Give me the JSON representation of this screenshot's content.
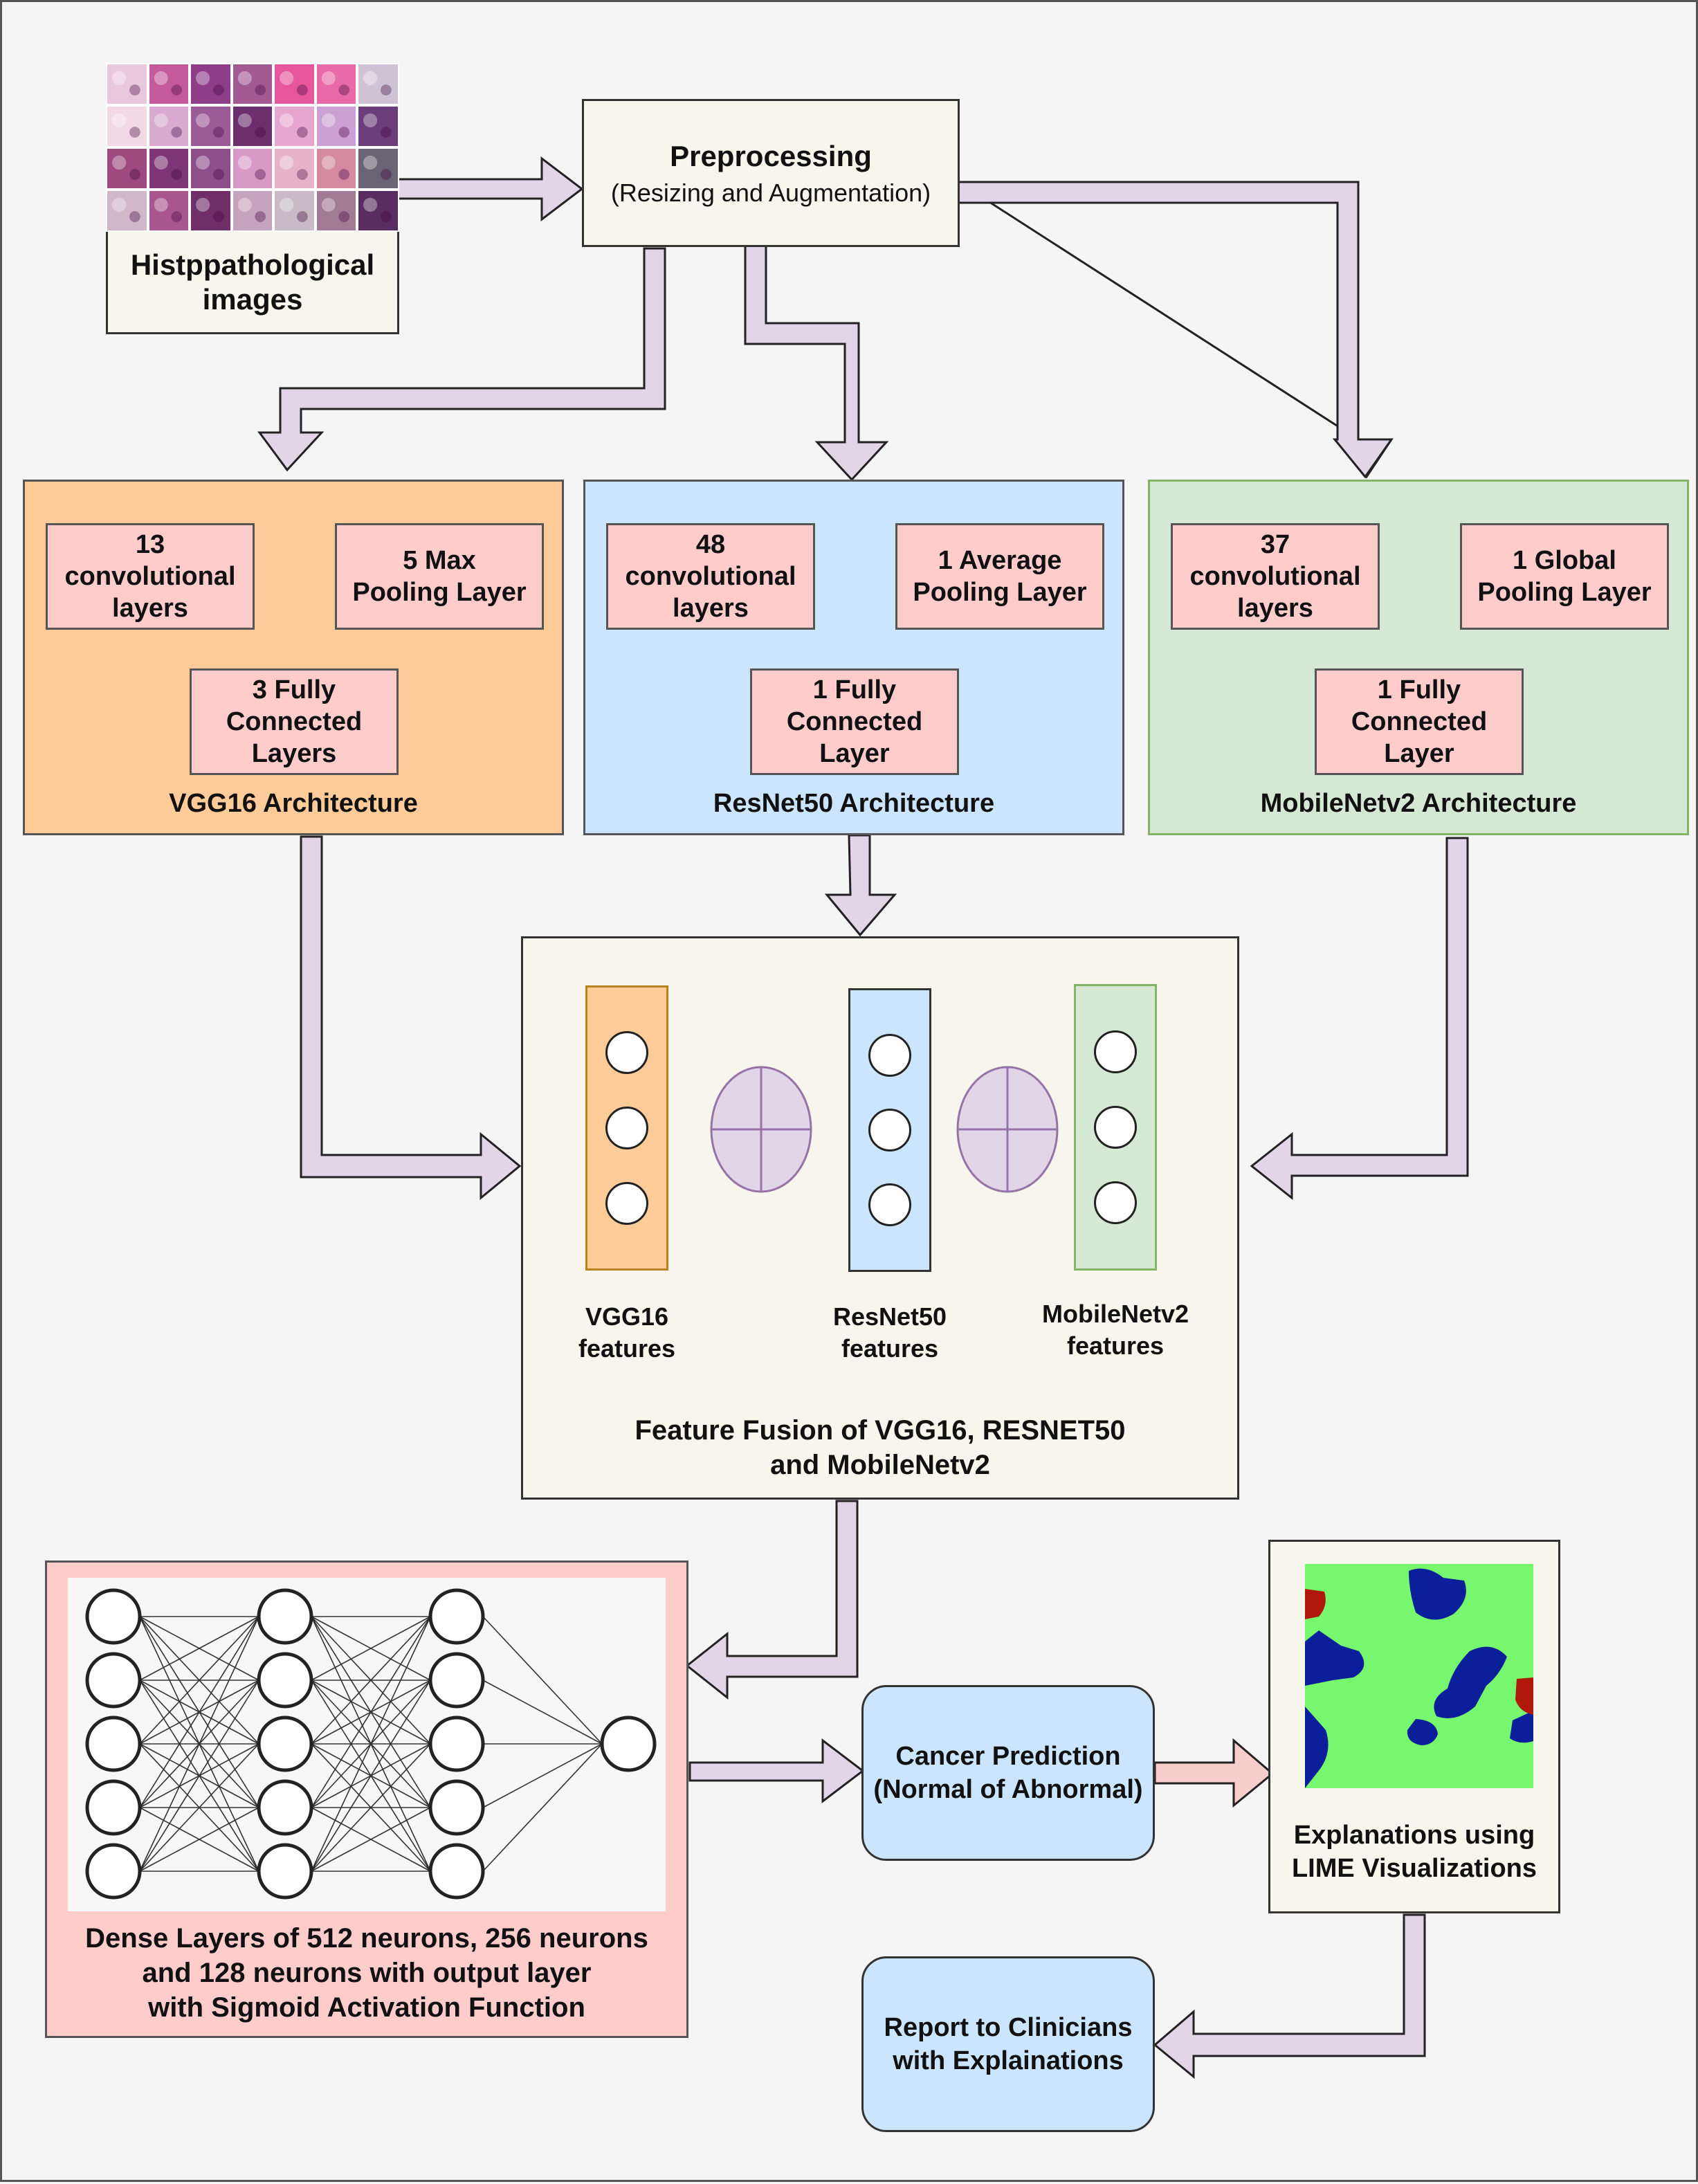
{
  "input_images": {
    "label": "Histppathological\nimages",
    "tile_colors": [
      [
        "#e9c7dd",
        "#c45a9c",
        "#8e3d88",
        "#a35a93",
        "#e6569c",
        "#e86aa8",
        "#cfc4d6"
      ],
      [
        "#f2d9e6",
        "#d9a9cf",
        "#9b5a98",
        "#6d2e6e",
        "#e6a6d0",
        "#cda0d4",
        "#6b3d7a"
      ],
      [
        "#9e4a80",
        "#7d3577",
        "#8c4f8c",
        "#d899c6",
        "#e7b3c9",
        "#d48aa1",
        "#6a6474"
      ],
      [
        "#d1b7c9",
        "#a9568f",
        "#6f2e68",
        "#c6a3bf",
        "#c9bac5",
        "#a17b94",
        "#5a2d62"
      ]
    ]
  },
  "preprocessing": {
    "title": "Preprocessing",
    "subtitle": "(Resizing and Augmentation)"
  },
  "architectures": [
    {
      "id": "vgg16",
      "label": "VGG16 Architecture",
      "bg": "#ffcc99",
      "border": "#555555",
      "layers": [
        "13\nconvolutional\nlayers",
        "5 Max\nPooling Layer",
        "3 Fully\nConnected\nLayers"
      ]
    },
    {
      "id": "resnet50",
      "label": "ResNet50 Architecture",
      "bg": "#cce5ff",
      "border": "#555555",
      "layers": [
        "48\nconvolutional\nlayers",
        "1 Average\nPooling Layer",
        "1 Fully\nConnected\nLayer"
      ]
    },
    {
      "id": "mobilenetv2",
      "label": "MobileNetv2 Architecture",
      "bg": "#d5e8d4",
      "border": "#82b366",
      "layers": [
        "37\nconvolutional\nlayers",
        "1 Global\nPooling Layer",
        "1 Fully\nConnected\nLayer"
      ]
    }
  ],
  "fusion": {
    "title": "Feature Fusion of VGG16, RESNET50\nand MobileNetv2",
    "features": [
      {
        "label": "VGG16\nfeatures",
        "bg": "#ffcc99",
        "border": "#b7821f"
      },
      {
        "label": "ResNet50\nfeatures",
        "bg": "#cce5ff",
        "border": "#333333"
      },
      {
        "label": "MobileNetv2\nfeatures",
        "bg": "#d5e8d4",
        "border": "#82b366"
      }
    ],
    "operator_color": "#e1d5e7",
    "operator_border": "#9673a6"
  },
  "dense": {
    "label": "Dense Layers of 512 neurons, 256 neurons\nand 128 neurons with output layer\nwith Sigmoid Activation Function"
  },
  "prediction": {
    "label": "Cancer Prediction\n(Normal of Abnormal)"
  },
  "lime": {
    "label": "Explanations using\nLIME Visualizations",
    "colors": {
      "background": "#76f76d",
      "blob": "#0b1f9a",
      "highlight": "#b0180c"
    }
  },
  "report": {
    "label": "Report to Clinicians\nwith Explainations"
  },
  "colors": {
    "arrow_fill": "#e1d5e7",
    "arrow_stroke": "#222222",
    "pink_arrow": "#f8cecc"
  }
}
